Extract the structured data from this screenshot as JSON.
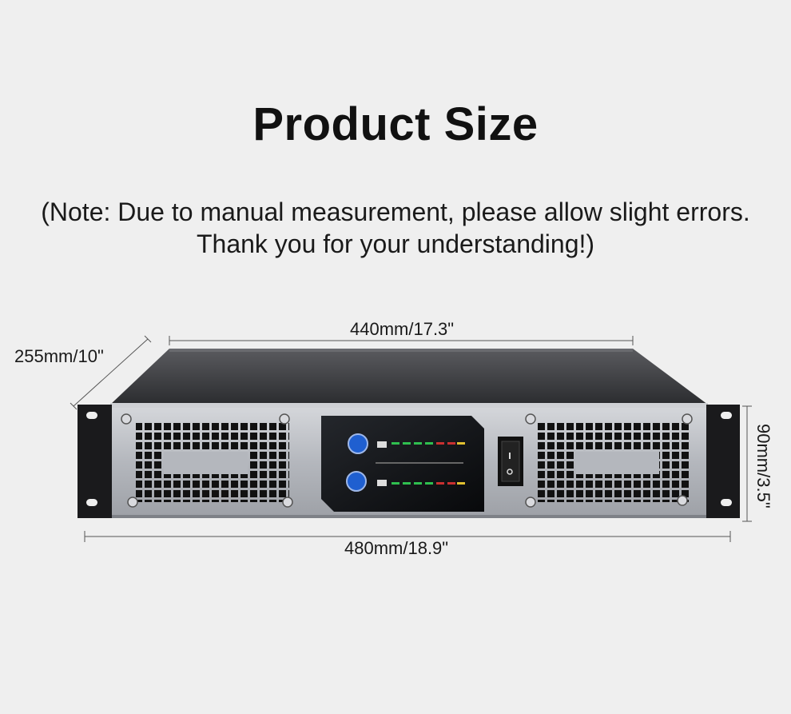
{
  "header": {
    "title": "Product Size",
    "note_line1": "(Note: Due to manual measurement, please allow slight errors.",
    "note_line2": "Thank you for your understanding!)"
  },
  "dimensions": {
    "width_top": "440mm/17.3\"",
    "depth": "255mm/10\"",
    "width_bottom": "480mm/18.9\"",
    "height": "90mm/3.5\""
  },
  "colors": {
    "background": "#efefef",
    "chassis_top": "#3c3d40",
    "front_panel": "#b9bcc2",
    "display": "#111316",
    "knob_blue": "#1f5fd0"
  },
  "icons": [
    "power-switch-icon",
    "volume-knob-icon",
    "screw-icon"
  ]
}
